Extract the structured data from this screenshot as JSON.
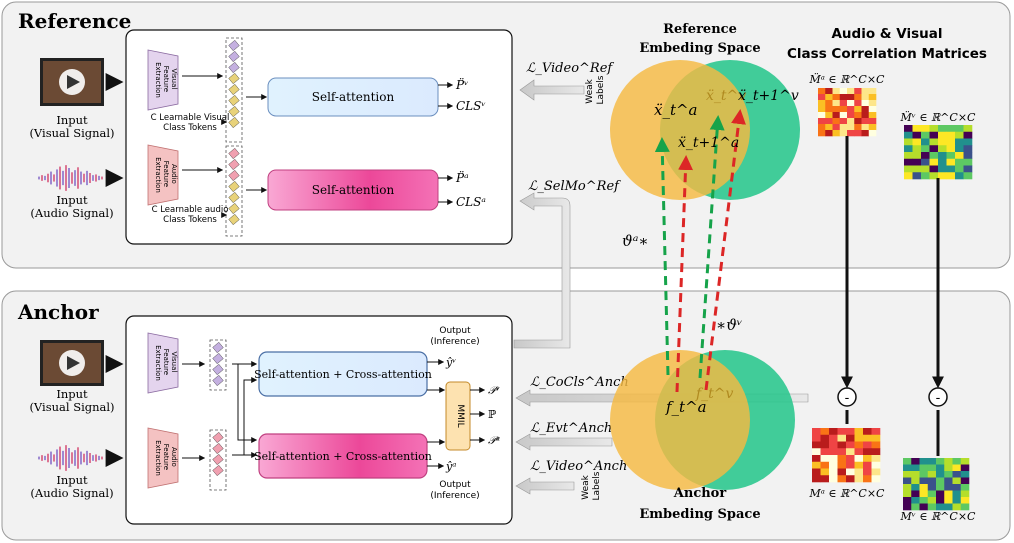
{
  "sections": {
    "reference": "Reference",
    "anchor": "Anchor"
  },
  "inputs": {
    "visual": [
      "Input",
      "(Visual Signal)"
    ],
    "audio": [
      "Input",
      "(Audio Signal)"
    ]
  },
  "extractors": {
    "visual": [
      "Visual",
      "Feature",
      "Extraction"
    ],
    "audio": [
      "Audio",
      "Feature",
      "Extraction"
    ]
  },
  "class_tokens": {
    "visual": [
      "C Learnable Visual",
      "Class Tokens"
    ],
    "audio": [
      "C Learnable audio",
      "Class Tokens"
    ]
  },
  "blocks": {
    "self_attention": "Self-attention",
    "self_cross": "Self-attention + Cross-attention",
    "mmil": "MMIL"
  },
  "ref_outputs": {
    "p_v": "P̈ᵛ",
    "cls_v": "CLSᵛ",
    "p_a": "P̈ᵃ",
    "cls_a": "CLSᵃ"
  },
  "anchor_outputs": {
    "output_top": [
      "Output",
      "(Inference)"
    ],
    "output_bottom": [
      "Output",
      "(Inference)"
    ],
    "y_v": "ŷᵛ",
    "y_a": "ŷᵃ",
    "p_v": "𝒫ᵛ",
    "p": "ℙ",
    "p_a": "𝒫ᵃ"
  },
  "losses": {
    "ref_video": "ℒ_Video^Ref",
    "ref_selmo": "ℒ_SelMo^Ref",
    "anch_cocls": "ℒ_CoCls^Anch",
    "anch_evt": "ℒ_Evt^Anch",
    "anch_video": "ℒ_Video^Anch"
  },
  "weak_labels": [
    "Weak",
    "Labels"
  ],
  "spaces": {
    "reference": [
      "Reference",
      "Embeding Space"
    ],
    "anchor": [
      "Anchor",
      "Embeding Space"
    ]
  },
  "embedding_points": {
    "xa_t": "ẍ_t^a",
    "xv_t": "ẍ_t^v",
    "xv_t1": "ẍ_t+1^v",
    "xa_t1": "ẍ_t+1^a",
    "fa_t": "f_t^a",
    "fv_t": "f_t^v",
    "theta_a": "ϑᵃ∗",
    "theta_v": "∗ϑᵛ"
  },
  "matrices": {
    "header": [
      "Audio & Visual",
      "Class Correlation Matrices"
    ],
    "m_ref_a": "M̈ᵃ ∈ ℝ^C×C",
    "m_ref_v": "M̈ᵛ ∈ ℝ^C×C",
    "m_a": "Mᵃ ∈ ℝ^C×C",
    "m_v": "Mᵛ ∈ ℝ^C×C",
    "minus": "-",
    "heat_colors": [
      "#ffffe0",
      "#fde68a",
      "#fbbf24",
      "#f97316",
      "#ef4444",
      "#b91c1c"
    ],
    "viridis_colors": [
      "#440154",
      "#3b528b",
      "#21908d",
      "#5dc863",
      "#b5de2b",
      "#fde725"
    ]
  },
  "colors": {
    "orange_space": "#f5b942",
    "green_space": "#34d399",
    "green_arrow": "#16a34a",
    "red_arrow": "#dc2626",
    "self_attn_fill": "#dbeafe",
    "pink_fill": "#f472b6"
  }
}
